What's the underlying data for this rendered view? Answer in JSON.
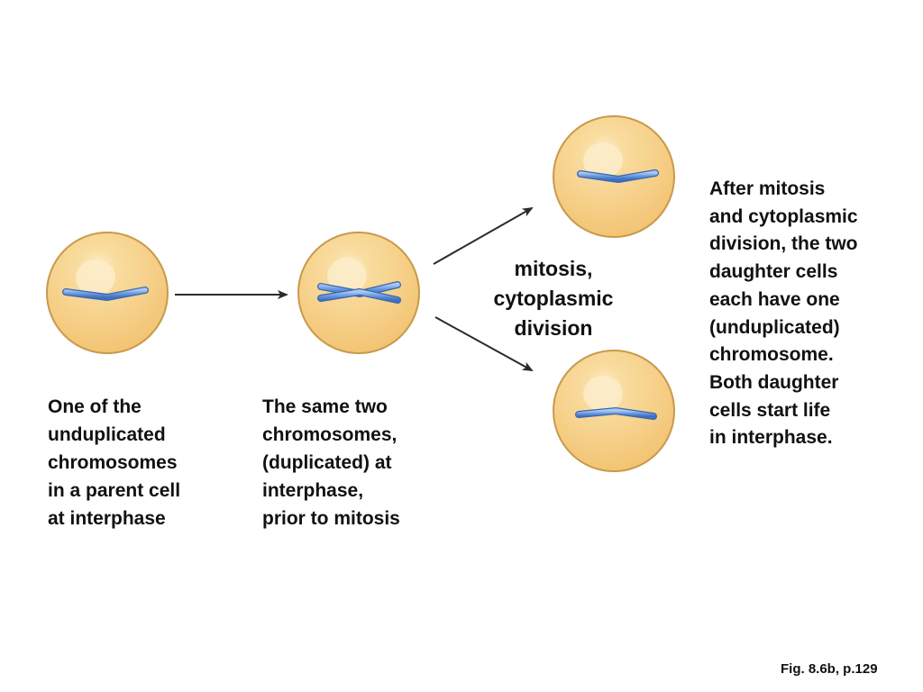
{
  "captions": {
    "parent_cell": "One of the\nunduplicated\nchromosomes\nin a parent cell\nat interphase",
    "duplicated": "The same two\nchromosomes,\n(duplicated) at\ninterphase,\nprior to mitosis",
    "process": "mitosis,\ncytoplasmic\ndivision",
    "daughters": "After mitosis\nand cytoplasmic\ndivision, the two\ndaughter cells\neach have one\n(unduplicated)\nchromosome.\nBoth daughter\ncells start life\nin interphase.",
    "figure_ref": "Fig. 8.6b, p.129"
  },
  "colors": {
    "cell_fill": "#f6cf86",
    "cell_edge": "#c79a4c",
    "nucleus_glow": "#fbe9c4",
    "chromosome": "#5d8fd8",
    "chromosome_edge": "#3a66ad",
    "arrow": "#2b2b2b"
  }
}
